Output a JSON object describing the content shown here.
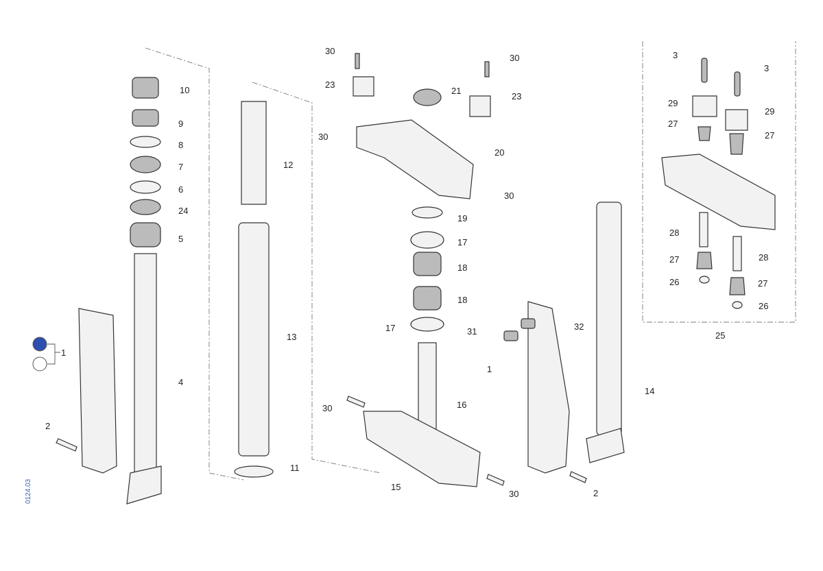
{
  "diagram_code": "0124.03",
  "legend": {
    "filled_color": "#2f4fb0",
    "outline_color": "#ffffff"
  },
  "callouts": [
    "10",
    "9",
    "8",
    "7",
    "6",
    "24",
    "5",
    "4",
    "1",
    "2",
    "12",
    "13",
    "11",
    "30",
    "23",
    "30",
    "30",
    "21",
    "23",
    "20",
    "30",
    "19",
    "17",
    "18",
    "18",
    "17",
    "16",
    "30",
    "15",
    "30",
    "31",
    "1",
    "32",
    "14",
    "2",
    "3",
    "3",
    "29",
    "29",
    "27",
    "27",
    "28",
    "28",
    "27",
    "27",
    "26",
    "26",
    "25"
  ]
}
